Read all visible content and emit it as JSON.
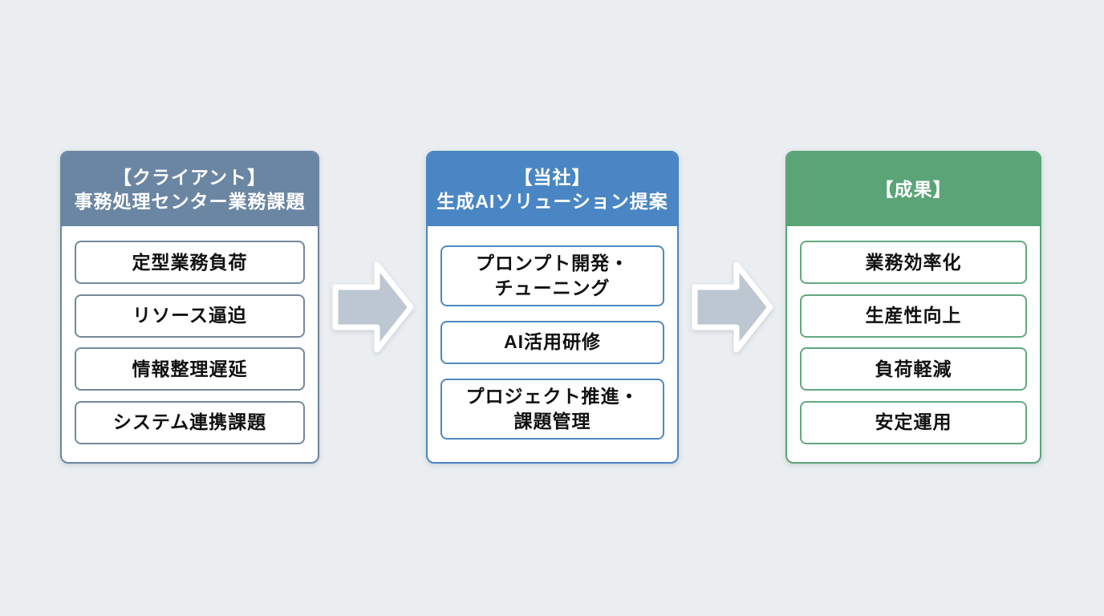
{
  "diagram": {
    "background": "#eaeef1",
    "arrow_color": "#bdc7d1",
    "columns": [
      {
        "id": "client-issues",
        "header_line1": "【クライアント】",
        "header_line2": "事務処理センター業務課題",
        "header_color": "#6b86a3",
        "border_color": "#6b86a3",
        "item_border_color": "#74889c",
        "items": [
          "定型業務負荷",
          "リソース逼迫",
          "情報整理遅延",
          "システム連携課題"
        ]
      },
      {
        "id": "company-proposal",
        "header_line1": "【当社】",
        "header_line2": "生成AIソリューション提案",
        "header_color": "#4a86c3",
        "border_color": "#4a86c3",
        "item_border_color": "#4e88c0",
        "items": [
          "プロンプト開発・\nチューニング",
          "AI活用研修",
          "プロジェクト推進・\n課題管理"
        ]
      },
      {
        "id": "results",
        "header_line1": "【成果】",
        "header_line2": "",
        "header_color": "#5aa478",
        "border_color": "#5aa478",
        "item_border_color": "#62a97f",
        "items": [
          "業務効率化",
          "生産性向上",
          "負荷軽減",
          "安定運用"
        ]
      }
    ]
  }
}
